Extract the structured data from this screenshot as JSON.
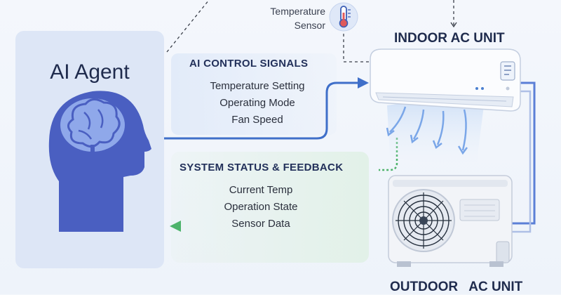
{
  "agent": {
    "title": "AI Agent"
  },
  "control_signals": {
    "title": "AI CONTROL SIGNALS",
    "items": [
      "Temperature Setting",
      "Operating Mode",
      "Fan Speed"
    ]
  },
  "feedback": {
    "title": "SYSTEM STATUS & FEEDBACK",
    "items": [
      "Current Temp",
      "Operation State",
      "Sensor Data"
    ]
  },
  "sensor": {
    "line1": "Temperature",
    "line2": "Sensor",
    "icon": "thermometer-icon"
  },
  "indoor_unit": {
    "label": "INDOOR AC UNIT",
    "icon": "indoor-ac-unit-icon"
  },
  "outdoor_unit": {
    "label": "OUTDOOR   AC UNIT",
    "icon": "outdoor-ac-unit-icon"
  },
  "colors": {
    "control_arrow": "#3f6fc9",
    "feedback_arrow": "#4db36b",
    "agent_head": "#4a5fc1",
    "pipe": "#5b7fd6"
  }
}
